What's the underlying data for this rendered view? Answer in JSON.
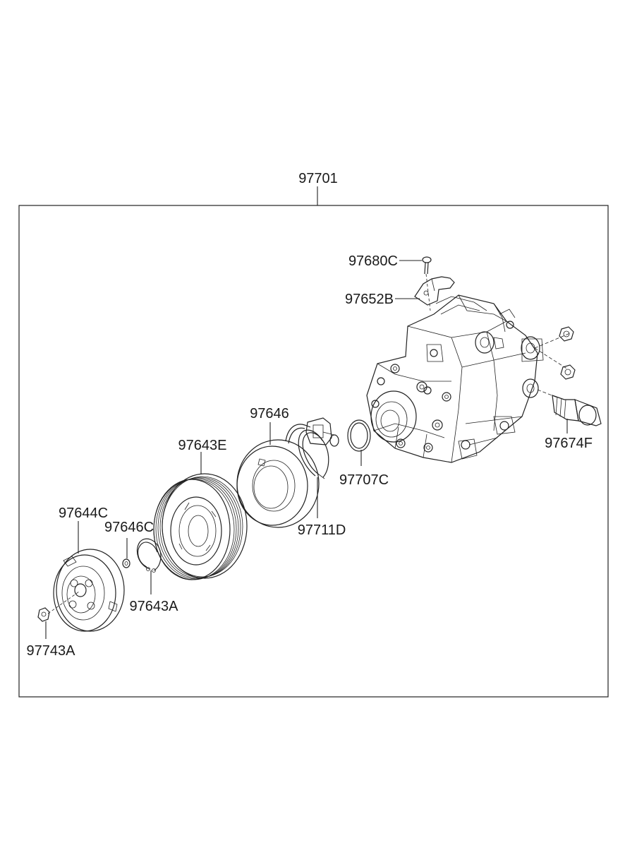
{
  "assembly": {
    "number": "97701"
  },
  "parts": {
    "screw": "97680C",
    "bracket": "97652B",
    "pressure_switch": "97674F",
    "coil": "97646",
    "pulley": "97643E",
    "o_ring": "97707C",
    "snap_ring_coil": "97711D",
    "hub": "97644C",
    "shim": "97646C",
    "snap_ring_pulley": "97643A",
    "nut": "97743A"
  }
}
